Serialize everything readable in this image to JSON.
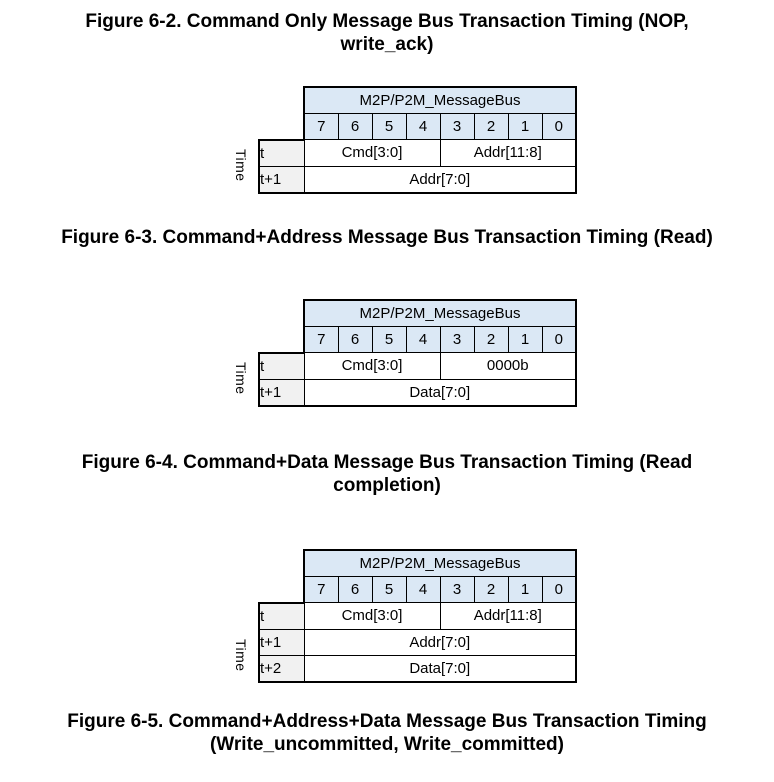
{
  "colors": {
    "page_background": "#ffffff",
    "bus_header_blue": "#dbe8f5",
    "time_cell_gray": "#f1f1f1",
    "table_border": "#000000",
    "text": "#000000"
  },
  "captions": [
    {
      "lines": [
        "Figure 6-2. Command Only Message Bus Transaction Timing (NOP,",
        "write_ack)"
      ]
    },
    {
      "lines": [
        "Figure 6-3. Command+Address Message Bus Transaction Timing (Read)"
      ]
    },
    {
      "lines": [
        "Figure 6-4. Command+Data Message Bus Transaction Timing (Read",
        "completion)"
      ]
    },
    {
      "lines": [
        "Figure 6-5. Command+Address+Data Message Bus Transaction Timing",
        "(Write_uncommitted, Write_committed)"
      ]
    }
  ],
  "diagrams": [
    {
      "bus_header": "M2P/P2M_MessageBus",
      "bits": [
        "7",
        "6",
        "5",
        "4",
        "3",
        "2",
        "1",
        "0"
      ],
      "time_axis_label": "Time",
      "rows": [
        {
          "time": "t",
          "cells": [
            {
              "label": "Cmd[3:0]",
              "span": 4
            },
            {
              "label": "Addr[11:8]",
              "span": 4
            }
          ]
        },
        {
          "time": "t+1",
          "cells": [
            {
              "label": "Addr[7:0]",
              "span": 8
            }
          ]
        }
      ]
    },
    {
      "bus_header": "M2P/P2M_MessageBus",
      "bits": [
        "7",
        "6",
        "5",
        "4",
        "3",
        "2",
        "1",
        "0"
      ],
      "time_axis_label": "Time",
      "rows": [
        {
          "time": "t",
          "cells": [
            {
              "label": "Cmd[3:0]",
              "span": 4
            },
            {
              "label": "0000b",
              "span": 4
            }
          ]
        },
        {
          "time": "t+1",
          "cells": [
            {
              "label": "Data[7:0]",
              "span": 8
            }
          ]
        }
      ]
    },
    {
      "bus_header": "M2P/P2M_MessageBus",
      "bits": [
        "7",
        "6",
        "5",
        "4",
        "3",
        "2",
        "1",
        "0"
      ],
      "time_axis_label": "Time",
      "rows": [
        {
          "time": "t",
          "cells": [
            {
              "label": "Cmd[3:0]",
              "span": 4
            },
            {
              "label": "Addr[11:8]",
              "span": 4
            }
          ]
        },
        {
          "time": "t+1",
          "cells": [
            {
              "label": "Addr[7:0]",
              "span": 8
            }
          ]
        },
        {
          "time": "t+2",
          "cells": [
            {
              "label": "Data[7:0]",
              "span": 8
            }
          ]
        }
      ]
    }
  ]
}
